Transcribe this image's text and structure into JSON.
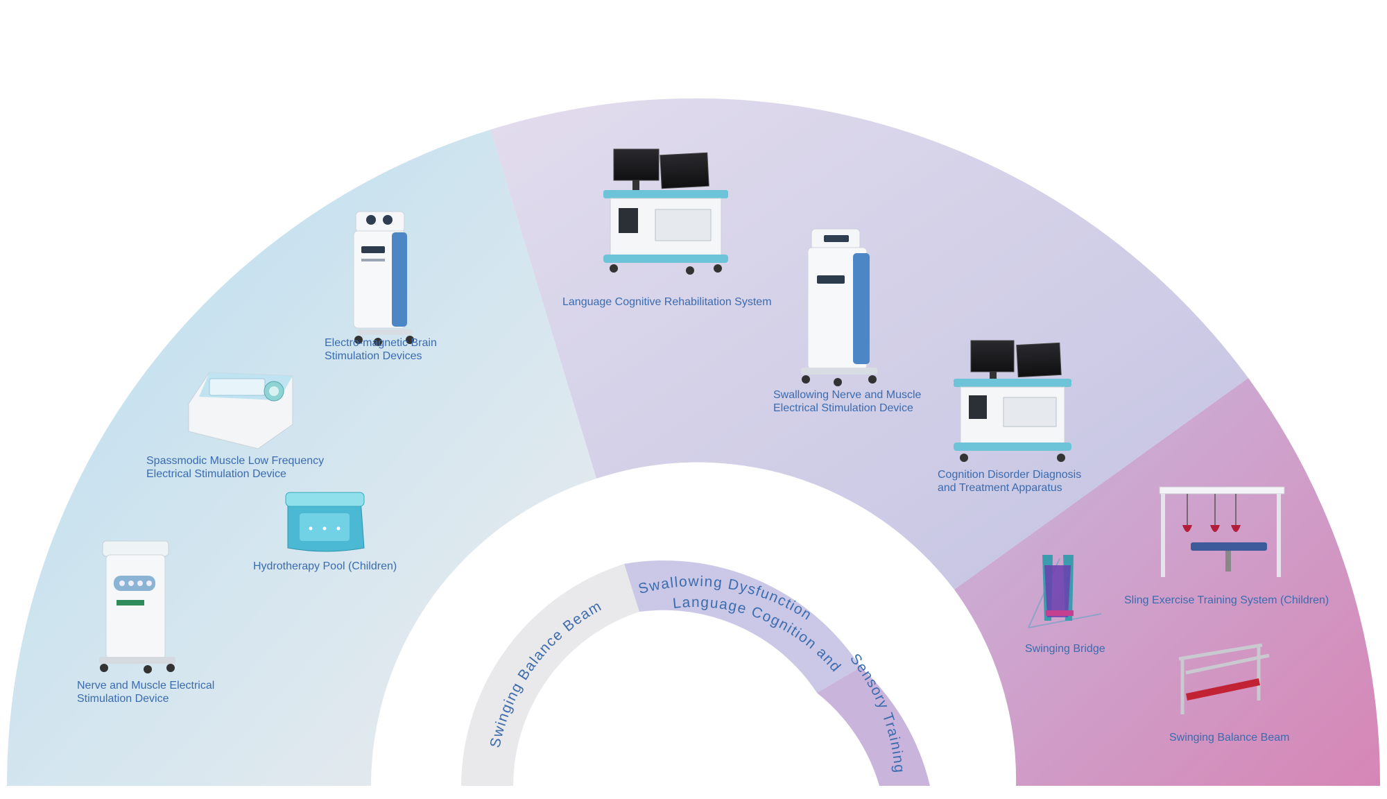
{
  "sectors": [
    {
      "id": "electrical",
      "color_start": "#bfe0ee",
      "color_end": "#e9e9ec"
    },
    {
      "id": "language",
      "color_start": "#ddd8ea",
      "color_end": "#c8c6e4"
    },
    {
      "id": "sensory",
      "color_start": "#c8b6dc",
      "color_end": "#d48ab8"
    }
  ],
  "inner_ring": {
    "labels": [
      {
        "text": "Swinging Balance Beam"
      },
      {
        "text": "Language Cognition and"
      },
      {
        "text": "Swallowing Dysfunction"
      },
      {
        "text": "Sensory Training"
      }
    ]
  },
  "products": [
    {
      "line1": "Electro-magnetic Brain",
      "line2": "Stimulation Devices"
    },
    {
      "line1": "Spassmodic Muscle Low Frequency",
      "line2": "Electrical Stimulation Device"
    },
    {
      "line1": "Hydrotherapy Pool (Children)",
      "line2": ""
    },
    {
      "line1": "Nerve and Muscle Electrical",
      "line2": "Stimulation Device"
    },
    {
      "line1": "Language Cognitive Rehabilitation System",
      "line2": ""
    },
    {
      "line1": "Swallowing Nerve and Muscle",
      "line2": "Electrical Stimulation Device"
    },
    {
      "line1": "Cognition Disorder Diagnosis",
      "line2": "and Treatment Apparatus"
    },
    {
      "line1": "Swinging Bridge",
      "line2": ""
    },
    {
      "line1": "Sling Exercise Training System (Children)",
      "line2": ""
    },
    {
      "line1": "Swinging Balance Beam",
      "line2": ""
    }
  ]
}
